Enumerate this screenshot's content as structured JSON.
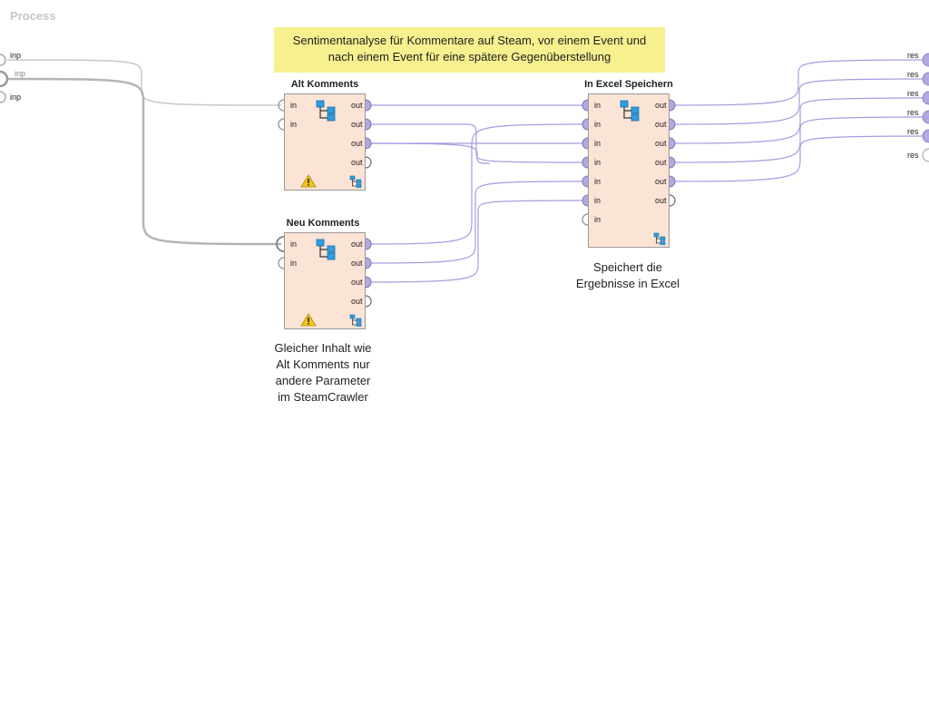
{
  "process": {
    "title": "Process"
  },
  "note": {
    "line1": "Sentimentanalyse für Kommentare auf Steam, vor einem Event und",
    "line2": "nach einem Event für eine spätere Gegenüberstellung"
  },
  "inputs": [
    "inp",
    "inp",
    "inp"
  ],
  "outputs": [
    "res",
    "res",
    "res",
    "res",
    "res",
    "res"
  ],
  "operators": {
    "alt": {
      "title": "Alt Komments",
      "in_ports": [
        "in",
        "in"
      ],
      "out_ports": [
        "out",
        "out",
        "out",
        "out"
      ],
      "warning_icon": "warning-icon",
      "subprocess_icon": "subprocess-icon"
    },
    "neu": {
      "title": "Neu Komments",
      "in_ports": [
        "in",
        "in"
      ],
      "out_ports": [
        "out",
        "out",
        "out",
        "out"
      ],
      "warning_icon": "warning-icon",
      "subprocess_icon": "subprocess-icon",
      "caption": [
        "Gleicher Inhalt wie",
        "Alt Komments nur",
        "andere Parameter",
        "im SteamCrawler"
      ]
    },
    "excel": {
      "title": "In Excel Speichern",
      "in_ports": [
        "in",
        "in",
        "in",
        "in",
        "in",
        "in",
        "in"
      ],
      "out_ports": [
        "out",
        "out",
        "out",
        "out",
        "out",
        "out"
      ],
      "subprocess_icon": "subprocess-icon",
      "caption": [
        "Speichert die",
        "Ergebnisse in Excel"
      ]
    }
  },
  "colors": {
    "port_connected": "#b3a9e0",
    "wire_data": "#a79be0",
    "wire_input": "#b8b8b8",
    "operator_fill": "#fbe3d6",
    "note_fill": "#f6f08e",
    "warning": "#f5c518"
  }
}
